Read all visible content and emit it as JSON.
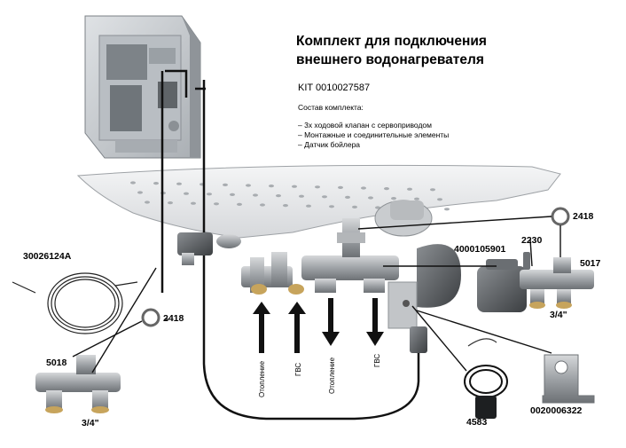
{
  "title": {
    "line1": "Комплект для подключения",
    "line2": "внешнего водонагревателя"
  },
  "kit_code": "KIT 0010027587",
  "contents": {
    "heading": "Состав комплекта:",
    "items": [
      "– 3х ходовой клапан с сервоприводом",
      "– Монтажные и соединительные элементы",
      "– Датчик бойлера"
    ]
  },
  "part_labels": {
    "p30026124A": "30026124A",
    "p2418_left": "2418",
    "p5018": "5018",
    "size_left": "3/4\"",
    "p2418_right": "2418",
    "p2230": "2230",
    "p4000105901": "4000105901",
    "p5017": "5017",
    "size_right": "3/4\"",
    "p4583": "4583",
    "p0020006322": "0020006322"
  },
  "flow_labels": [
    "Отопление",
    "ГВС",
    "Отопление",
    "ГВС"
  ],
  "colors": {
    "boiler_body": "#e9eaec",
    "metal": "#9ea2a6",
    "cable": "#111111",
    "control_box": "#c9cdd1"
  }
}
